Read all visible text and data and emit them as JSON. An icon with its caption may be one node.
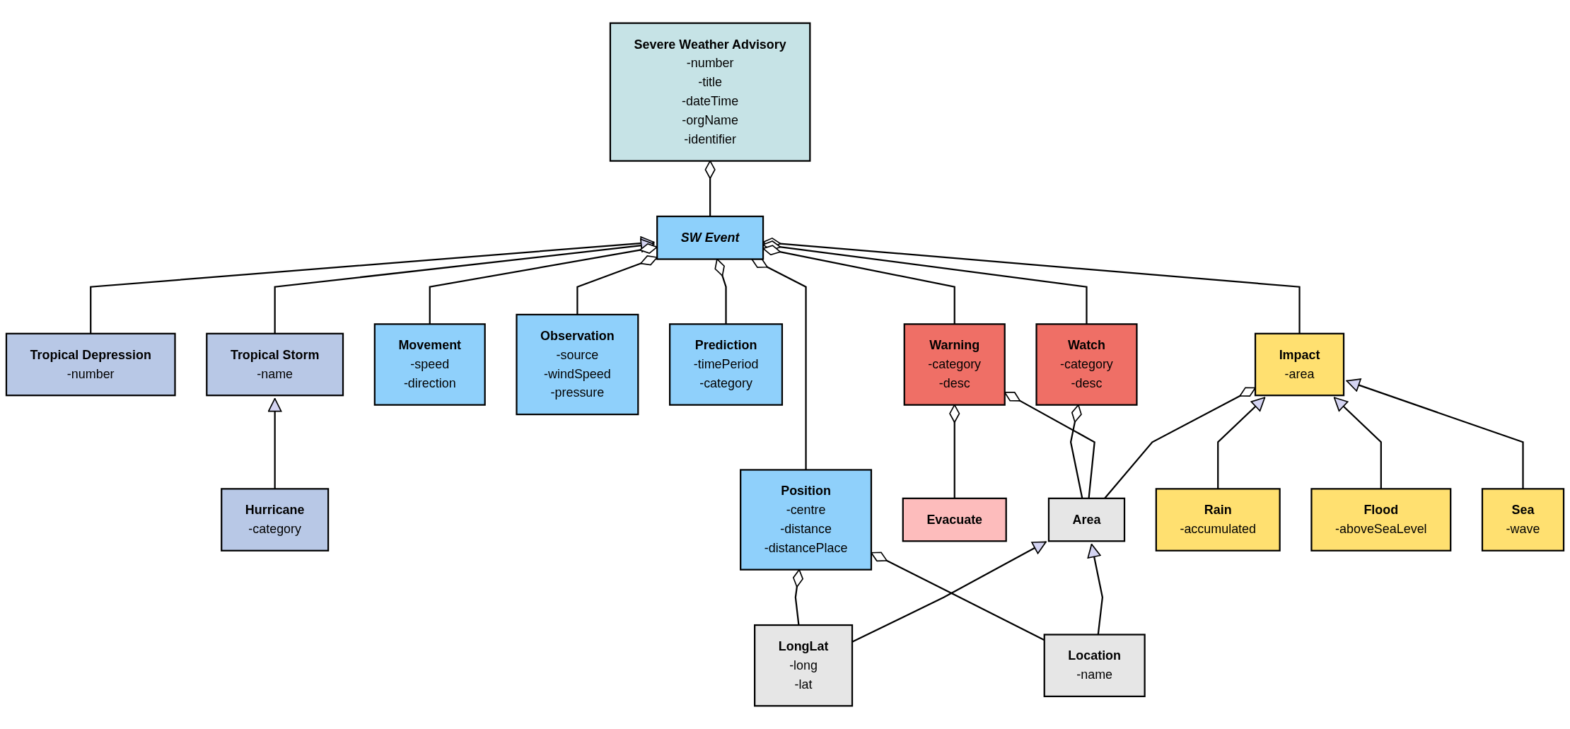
{
  "diagram": {
    "nodes": [
      {
        "text": [
          "Severe Weather Advisory",
          "-number",
          "-title",
          "-dateTime",
          "-orgName",
          "-identifier"
        ]
      },
      {
        "text": [
          "SW Event"
        ]
      },
      {
        "text": [
          "Tropical Depression",
          "-number"
        ]
      },
      {
        "text": [
          "Tropical Storm",
          "-name"
        ]
      },
      {
        "text": [
          "Hurricane",
          "-category"
        ]
      },
      {
        "text": [
          "Movement",
          "-speed",
          "-direction"
        ]
      },
      {
        "text": [
          "Observation",
          "-source",
          "-windSpeed",
          "-pressure"
        ]
      },
      {
        "text": [
          "Position",
          "-centre",
          "-distance",
          "-distancePlace"
        ]
      },
      {
        "text": [
          "Watch",
          "-category",
          "-desc"
        ]
      },
      {
        "text": [
          "Warning",
          "-category",
          "-desc"
        ]
      },
      {
        "text": [
          "Evacuate"
        ]
      },
      {
        "text": [
          "Rain",
          "-accumulated"
        ]
      },
      {
        "text": [
          "Prediction",
          "-timePeriod",
          "-category"
        ]
      },
      {
        "text": [
          "LongLat",
          "-long",
          "-lat"
        ]
      },
      {
        "text": [
          "Area"
        ]
      },
      {
        "text": [
          "Flood",
          "-aboveSeaLevel"
        ]
      },
      {
        "text": [
          "Impact",
          "-area"
        ]
      },
      {
        "text": [
          "Location",
          "-name"
        ]
      },
      {
        "text": [
          "Sea",
          "-wave"
        ]
      }
    ],
    "edges": [
      {
        "from": 1,
        "to": 0,
        "arrow": "other"
      },
      {
        "from": 2,
        "to": 1,
        "arrow": "to"
      },
      {
        "from": 3,
        "to": 1,
        "arrow": "to"
      },
      {
        "from": 4,
        "to": 3,
        "arrow": "to"
      },
      {
        "from": 5,
        "to": 1,
        "arrow": "other"
      },
      {
        "from": 6,
        "to": 1,
        "arrow": "other"
      },
      {
        "from": 7,
        "to": 1,
        "arrow": "other"
      },
      {
        "from": 12,
        "to": 1,
        "arrow": "other"
      },
      {
        "from": 16,
        "to": 1,
        "arrow": "other"
      },
      {
        "from": 8,
        "to": 1,
        "arrow": "other"
      },
      {
        "from": 9,
        "to": 1,
        "arrow": "other"
      },
      {
        "from": 10,
        "to": 9,
        "arrow": "other"
      },
      {
        "from": 13,
        "to": 7,
        "arrow": "other"
      },
      {
        "from": 17,
        "to": 7,
        "arrow": "other"
      },
      {
        "from": 14,
        "to": 8,
        "arrow": "other"
      },
      {
        "from": 14,
        "to": 9,
        "arrow": "other"
      },
      {
        "from": 13,
        "to": 14,
        "arrow": "to"
      },
      {
        "from": 17,
        "to": 14,
        "arrow": "to"
      },
      {
        "from": 14,
        "to": 16,
        "arrow": "other"
      },
      {
        "from": 11,
        "to": 16,
        "arrow": "to"
      },
      {
        "from": 15,
        "to": 16,
        "arrow": "to"
      },
      {
        "from": 18,
        "to": 16,
        "arrow": "to"
      }
    ]
  }
}
